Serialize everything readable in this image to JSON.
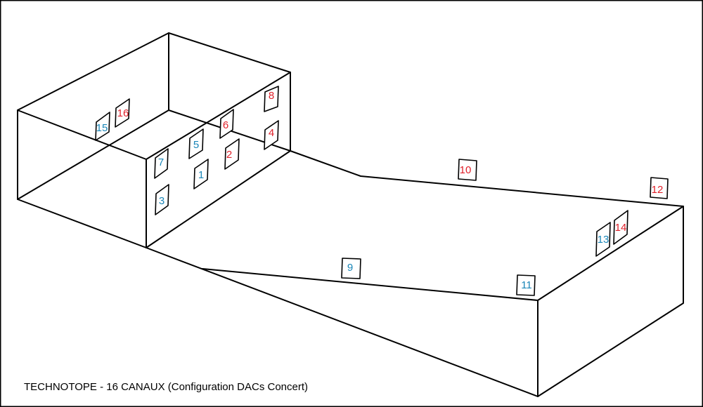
{
  "caption": "TECHNOTOPE - 16 CANAUX (Configuration DACs Concert)",
  "colors": {
    "outline": "#000000",
    "left_channel": "#1a86b8",
    "right_channel": "#e0202a"
  },
  "speakers": [
    {
      "label": "1",
      "color": "left_channel"
    },
    {
      "label": "2",
      "color": "right_channel"
    },
    {
      "label": "3",
      "color": "left_channel"
    },
    {
      "label": "4",
      "color": "right_channel"
    },
    {
      "label": "5",
      "color": "left_channel"
    },
    {
      "label": "6",
      "color": "right_channel"
    },
    {
      "label": "7",
      "color": "left_channel"
    },
    {
      "label": "8",
      "color": "right_channel"
    },
    {
      "label": "9",
      "color": "left_channel"
    },
    {
      "label": "10",
      "color": "right_channel"
    },
    {
      "label": "11",
      "color": "left_channel"
    },
    {
      "label": "12",
      "color": "right_channel"
    },
    {
      "label": "13",
      "color": "left_channel"
    },
    {
      "label": "14",
      "color": "right_channel"
    },
    {
      "label": "15",
      "color": "left_channel"
    },
    {
      "label": "16",
      "color": "right_channel"
    }
  ]
}
